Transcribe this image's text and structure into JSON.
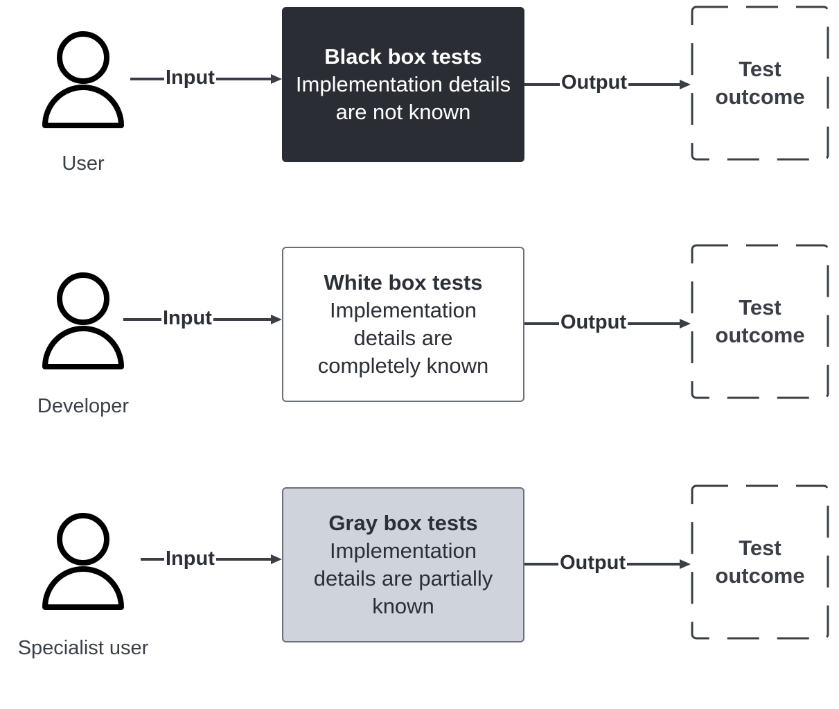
{
  "rows": [
    {
      "actor": "User",
      "box_title": "Black box tests",
      "box_body": "Implementation details are not known",
      "input_label": "Input",
      "output_label": "Output",
      "outcome": "Test outcome"
    },
    {
      "actor": "Developer",
      "box_title": "White box tests",
      "box_body": "Implementation details are completely known",
      "input_label": "Input",
      "output_label": "Output",
      "outcome": "Test outcome"
    },
    {
      "actor": "Specialist user",
      "box_title": "Gray box tests",
      "box_body": "Implementation details are partially known",
      "input_label": "Input",
      "output_label": "Output",
      "outcome": "Test outcome"
    }
  ],
  "colors": {
    "black_box": "#2a2d33",
    "white_box": "#ffffff",
    "gray_box": "#cfd4dc",
    "line": "#3a3f47"
  }
}
